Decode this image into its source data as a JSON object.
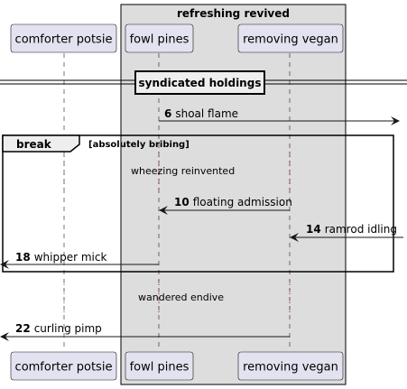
{
  "colors": {
    "participant_fill": "#e2e2f0",
    "participant_border": "#181818",
    "group_fill": "#dddddd",
    "group_border": "#000000",
    "lifeline": "#181818",
    "activation_dots": "#a80036",
    "arrow": "#181818"
  },
  "group": {
    "title": "refreshing revived"
  },
  "participants": [
    {
      "id": "p1",
      "label": "comforter potsie"
    },
    {
      "id": "p2",
      "label": "fowl pines"
    },
    {
      "id": "p3",
      "label": "removing vegan"
    }
  ],
  "divider": {
    "label": "syndicated holdings"
  },
  "fragment": {
    "keyword": "break",
    "condition": "[absolutely bribing]"
  },
  "messages": [
    {
      "num": "6",
      "text": "shoal flame"
    },
    {
      "num": "10",
      "text": "floating admission"
    },
    {
      "num": "14",
      "text": "ramrod idling"
    },
    {
      "num": "18",
      "text": "whipper mick"
    },
    {
      "num": "22",
      "text": "curling pimp"
    }
  ],
  "delays": [
    {
      "text": "wheezing reinvented"
    },
    {
      "text": "wandered endive"
    }
  ]
}
